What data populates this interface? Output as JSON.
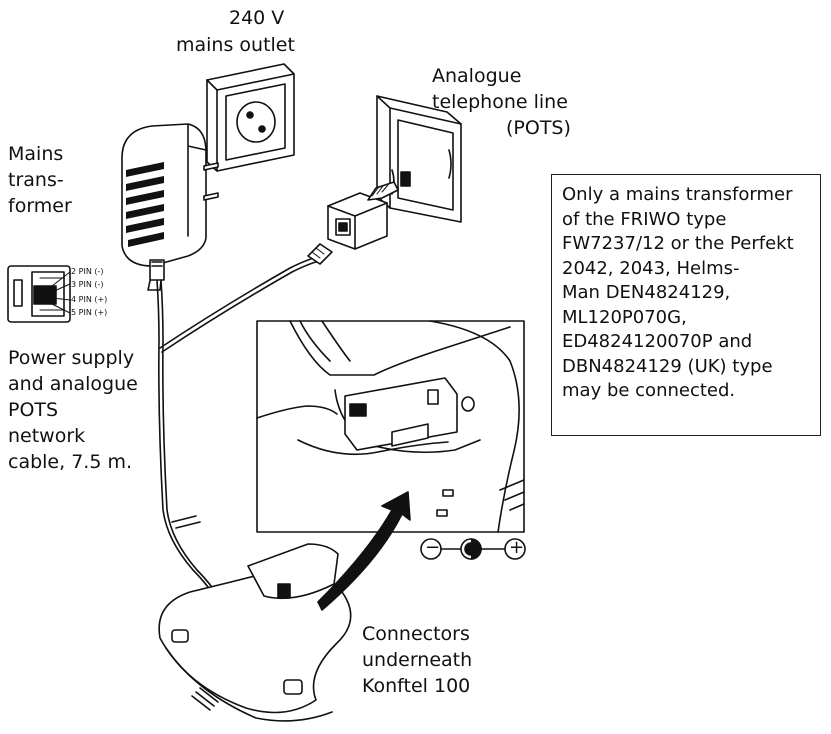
{
  "labels": {
    "mains_outlet": [
      "240 V",
      "mains outlet"
    ],
    "telephone_line": [
      "Analogue",
      "telephone line",
      "(POTS)"
    ],
    "mains_transformer": [
      "Mains",
      "trans-",
      "former"
    ],
    "power_cable": [
      "Power supply",
      "and analogue",
      "POTS",
      "network",
      "cable, 7.5 m."
    ],
    "connectors": [
      "Connectors",
      "underneath",
      "Konftel 100"
    ]
  },
  "pins": [
    "2 PIN (-)",
    "3 PIN (-)",
    "4 PIN (+)",
    "5 PIN (+)"
  ],
  "note": [
    "Only a mains transformer",
    "of the FRIWO type",
    "FW7237/12 or the Perfekt",
    "2042, 2043, Helms-",
    "Man DEN4824129,",
    "ML120P070G,",
    "ED4824120070P and",
    "DBN4824129 (UK) type",
    "may be connected."
  ],
  "polarity": {
    "negative": "−",
    "positive": "+"
  }
}
